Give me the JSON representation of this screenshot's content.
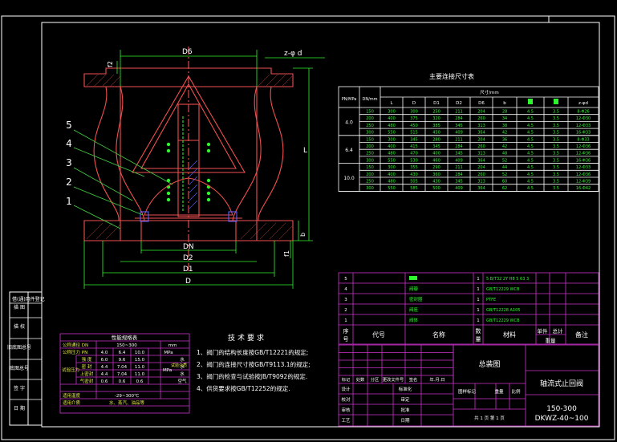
{
  "colors": {
    "background": "#000000",
    "border": "#ffffff",
    "table_lines": "#cc33cc",
    "body_outline": "#f05050",
    "leader": "#44d244",
    "text_green": "#2ff52f",
    "text_yellow": "#e8e84a",
    "hatch": "#5d5dff"
  },
  "drawing": {
    "dims": {
      "f2": "f2",
      "d6": "D6",
      "holes": "z-φ d",
      "L": "L",
      "b": "b",
      "f1": "f1",
      "dn": "DN",
      "d2": "D2",
      "d1": "D1",
      "d": "D"
    },
    "part_numbers": [
      "5",
      "4",
      "3",
      "2",
      "1"
    ]
  },
  "side_stamps": [
    "描 图",
    "描 校",
    "旧底图总号",
    "底图总号",
    "签 字",
    "日 期"
  ],
  "side_stamps_top": "借(通)用件登记",
  "main_table": {
    "title": "主要连接尺寸表",
    "pn_header": "PN/MPa",
    "dn_header": "DN/mm",
    "size_header": "尺寸/mm",
    "columns": [
      "L",
      "D",
      "D1",
      "D2",
      "D6",
      "b",
      "",
      "",
      "z-φd"
    ],
    "groups": [
      {
        "pn": "4.0",
        "rows": [
          [
            "150",
            "300",
            "300",
            "250",
            "211",
            "204",
            "28",
            "4.5",
            "3.5",
            "8-Φ26"
          ],
          [
            "200",
            "400",
            "375",
            "320",
            "284",
            "260",
            "34",
            "4.5",
            "3.5",
            "12-Φ30"
          ],
          [
            "250",
            "480",
            "450",
            "385",
            "345",
            "313",
            "38",
            "4.5",
            "3.5",
            "12-Φ33"
          ],
          [
            "300",
            "550",
            "515",
            "450",
            "409",
            "364",
            "42",
            "4.5",
            "3.5",
            "16-Φ33"
          ]
        ]
      },
      {
        "pn": "6.4",
        "rows": [
          [
            "150",
            "300",
            "345",
            "280",
            "211",
            "204",
            "36",
            "4.5",
            "3.5",
            "8-Φ33"
          ],
          [
            "200",
            "400",
            "415",
            "345",
            "284",
            "260",
            "42",
            "4.5",
            "3.5",
            "12-Φ36"
          ],
          [
            "250",
            "480",
            "470",
            "400",
            "345",
            "313",
            "48",
            "4.5",
            "3.5",
            "12-Φ36"
          ],
          [
            "300",
            "550",
            "530",
            "460",
            "409",
            "364",
            "52",
            "4.5",
            "3.5",
            "16-Φ36"
          ]
        ]
      },
      {
        "pn": "10.0",
        "rows": [
          [
            "150",
            "300",
            "355",
            "290",
            "211",
            "204",
            "44",
            "4.5",
            "3.5",
            "12-Φ33"
          ],
          [
            "200",
            "400",
            "430",
            "360",
            "284",
            "260",
            "52",
            "4.5",
            "3.5",
            "12-Φ36"
          ],
          [
            "250",
            "480",
            "505",
            "430",
            "345",
            "313",
            "60",
            "4.5",
            "3.5",
            "12-Φ39"
          ],
          [
            "300",
            "550",
            "585",
            "500",
            "409",
            "364",
            "62",
            "4.5",
            "3.5",
            "16-Φ42"
          ]
        ]
      }
    ]
  },
  "perf_table": {
    "title": "性能规格表",
    "nominal_dn_label": "公称通径 DN",
    "nominal_dn_value": "150~300",
    "nominal_dn_unit": "mm",
    "pressure_label": "公称压力 PN",
    "pressure_values": [
      "4.0",
      "6.4",
      "10.0"
    ],
    "pressure_unit": "MPa",
    "test_label": "试验压力",
    "test_rows": [
      {
        "label": "强 度",
        "values": [
          "6.0",
          "9.6",
          "15.0"
        ]
      },
      {
        "label": "密 封",
        "values": [
          "4.4",
          "7.04",
          "11.0"
        ]
      },
      {
        "label": "上密封",
        "values": [
          "4.4",
          "7.04",
          "11.0"
        ]
      },
      {
        "label": "气密封",
        "values": [
          "0.6",
          "0.6",
          "0.6"
        ]
      }
    ],
    "test_unit": "MPa",
    "medium_label": "试验介质",
    "medium_values": [
      "水",
      "水",
      "水",
      "空气"
    ],
    "temp_label": "适用温度",
    "temp_value": "-29~300℃",
    "applicable_label": "适用介质",
    "applicable_value": "水、蒸汽、油品等"
  },
  "tech_req": {
    "title": "技术要求",
    "items": [
      "1、阀门的结构长度按GB/T12221的规定;",
      "2、阀门的连接尺寸按GB/T9113.1的规定;",
      "3、阀门的检查与试验按JB/T9092的规定.",
      "4、供货要求按GB/T12252的规定."
    ]
  },
  "bom": {
    "rows": [
      {
        "no": "5",
        "code": "",
        "name": "",
        "qty": "1",
        "material": "5 B/T32 2Y H8 5 63 3",
        "unit_wt": "",
        "total_wt": "",
        "note": ""
      },
      {
        "no": "4",
        "code": "",
        "name": "阀瓣",
        "qty": "1",
        "material": "GB/T12229 WCB",
        "unit_wt": "",
        "total_wt": "",
        "note": ""
      },
      {
        "no": "3",
        "code": "",
        "name": "密封圈",
        "qty": "1",
        "material": "PTFE",
        "unit_wt": "",
        "total_wt": "",
        "note": ""
      },
      {
        "no": "2",
        "code": "",
        "name": "阀座",
        "qty": "1",
        "material": "GB/T12228 A105",
        "unit_wt": "",
        "total_wt": "",
        "note": ""
      },
      {
        "no": "1",
        "code": "",
        "name": "阀体",
        "qty": "1",
        "material": "GB/T12229 WCB",
        "unit_wt": "",
        "total_wt": "",
        "note": ""
      }
    ],
    "headers": {
      "no": "序号",
      "code": "代号",
      "name": "名称",
      "qty": "数量",
      "material": "材料",
      "unit_wt": "单件",
      "total_wt": "总计",
      "weight": "重量",
      "note": "备注"
    }
  },
  "title_block": {
    "drawing_name": "总装图",
    "product_name": "轴流式止回阀",
    "model_line1": "150-300",
    "model_line2": "DKWZ-40~100",
    "rev_headers": [
      "标记",
      "处数",
      "分区",
      "更改文件号",
      "签名",
      "年.月.日"
    ],
    "roles": [
      "设计",
      "校对",
      "审核",
      "工艺"
    ],
    "roles2": [
      "标准化",
      "审定",
      "批准",
      "日期"
    ],
    "stage_labels": [
      "图样标记",
      "重量",
      "比例"
    ],
    "sheet_text": "共 1 页   第 1 页"
  }
}
